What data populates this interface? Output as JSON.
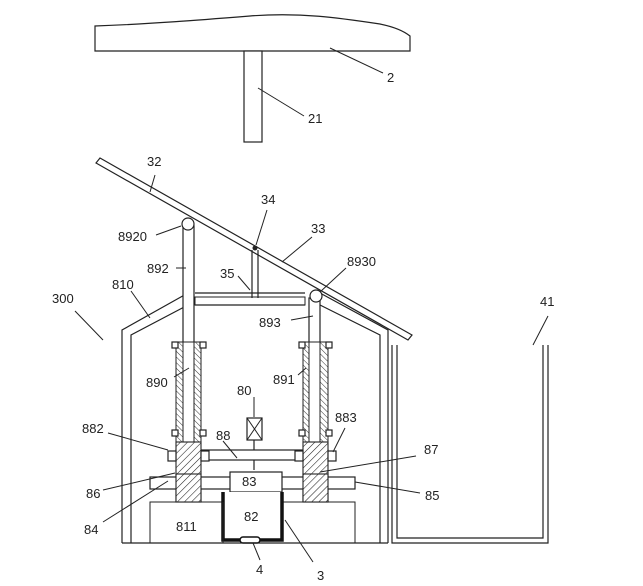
{
  "labels": {
    "l2": "2",
    "l21": "21",
    "l32": "32",
    "l34": "34",
    "l33": "33",
    "l8920": "8920",
    "l892": "892",
    "l35": "35",
    "l8930": "8930",
    "l300": "300",
    "l810": "810",
    "l893": "893",
    "l41": "41",
    "l80": "80",
    "l890": "890",
    "l891": "891",
    "l882": "882",
    "l883": "883",
    "l88": "88",
    "l87": "87",
    "l83": "83",
    "l86": "86",
    "l85": "85",
    "l84": "84",
    "l82": "82",
    "l811": "811",
    "l4": "4",
    "l3": "3"
  }
}
